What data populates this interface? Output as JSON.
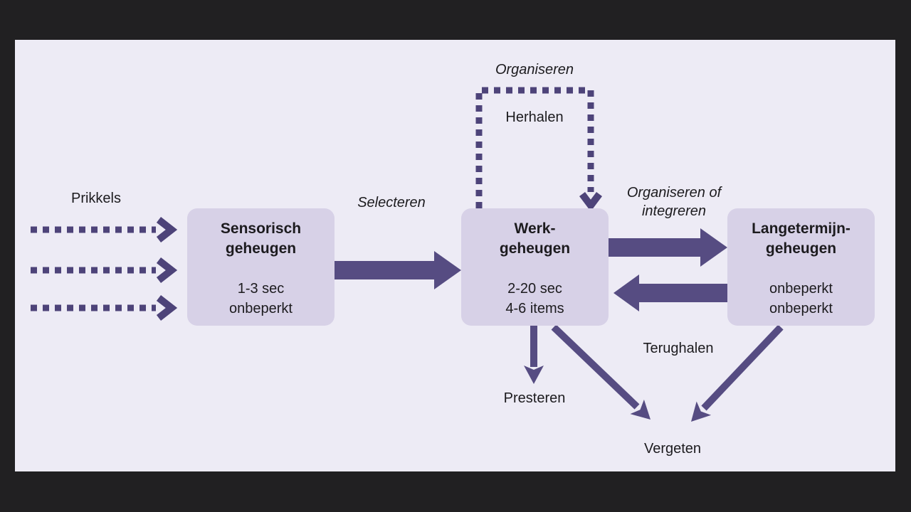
{
  "figure": {
    "type": "diagram",
    "labels": {
      "prikkels": "Prikkels",
      "selecteren": "Selecteren",
      "organiseren": "Organiseren",
      "herhalen": "Herhalen",
      "organiseren_integreren_line1": "Organiseren of",
      "organiseren_integreren_line2": "integreren",
      "terughalen": "Terughalen",
      "presteren": "Presteren",
      "vergeten": "Vergeten"
    },
    "boxes": [
      {
        "id": "sensorisch-geheugen",
        "title_line1": "Sensorisch",
        "title_line2": "geheugen",
        "detail_line1": "1-3 sec",
        "detail_line2": "onbeperkt"
      },
      {
        "id": "werkgeheugen",
        "title_line1": "Werk-",
        "title_line2": "geheugen",
        "detail_line1": "2-20 sec",
        "detail_line2": "4-6 items"
      },
      {
        "id": "langetermijngeheugen",
        "title_line1": "Langetermijn-",
        "title_line2": "geheugen",
        "detail_line1": "onbeperkt",
        "detail_line2": "onbeperkt"
      }
    ],
    "colors": {
      "frame_bg": "#212022",
      "canvas_bg": "#edebf5",
      "box_fill": "#d7d1e7",
      "arrow_solid": "#564c82",
      "arrow_dotted": "#4d4379",
      "ink": "#1c1b1e"
    }
  }
}
